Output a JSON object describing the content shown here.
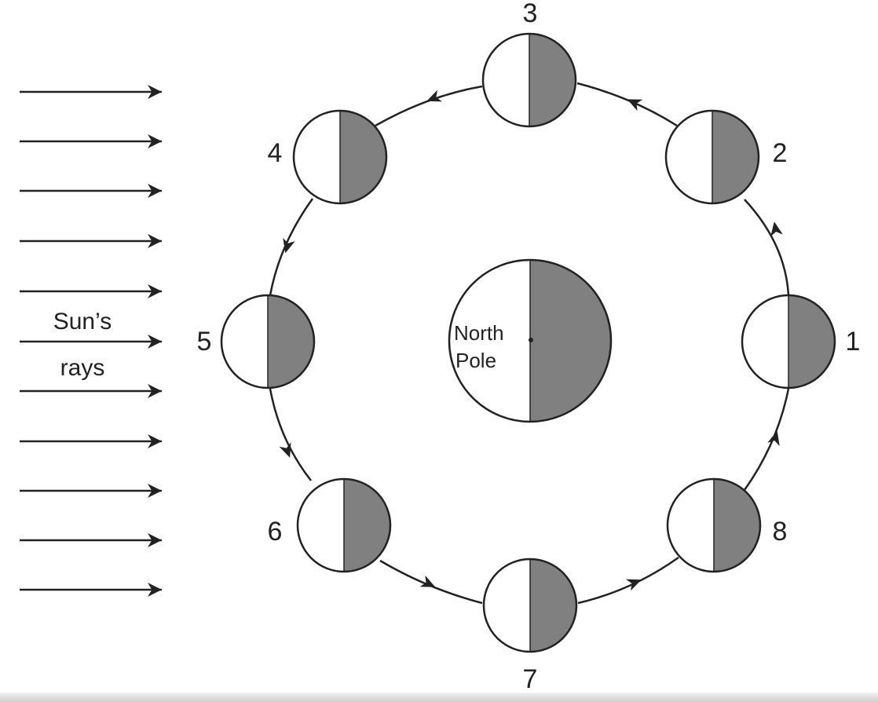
{
  "sun": {
    "label_line1": "Sun’s",
    "label_line2": "rays"
  },
  "earth": {
    "label_line1": "North",
    "label_line2": "Pole"
  },
  "positions": [
    "1",
    "2",
    "3",
    "4",
    "5",
    "6",
    "7",
    "8"
  ],
  "colors": {
    "shadow": "#808080",
    "lit": "#ffffff",
    "line": "#222222"
  }
}
